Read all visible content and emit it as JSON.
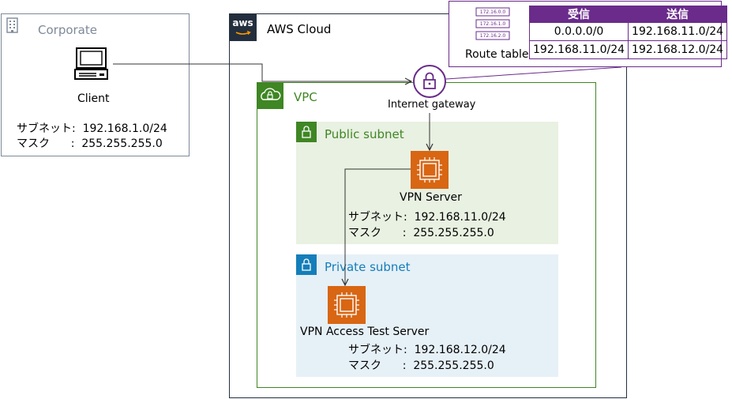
{
  "corporate": {
    "title": "Corporate",
    "client_label": "Client",
    "subnet_line": "サブネット:  192.168.1.0/24",
    "mask_line": "マスク      :  255.255.255.0"
  },
  "aws": {
    "title": "AWS Cloud",
    "logo_text": "aws"
  },
  "vpc": {
    "title": "VPC"
  },
  "internet_gateway": {
    "label": "Internet gateway"
  },
  "route_table": {
    "label": "Route table",
    "icon_rows": [
      "172.16.0.0",
      "172.16.1.0",
      "172.16.2.0"
    ],
    "headers": [
      "受信",
      "送信"
    ],
    "rows": [
      [
        "0.0.0.0/0",
        "192.168.11.0/24"
      ],
      [
        "192.168.11.0/24",
        "192.168.12.0/24"
      ]
    ]
  },
  "public_subnet": {
    "title": "Public subnet",
    "server_label": "VPN Server",
    "subnet_line": "サブネット:  192.168.11.0/24",
    "mask_line": "マスク      :  255.255.255.0"
  },
  "private_subnet": {
    "title": "Private subnet",
    "server_label": "VPN Access Test Server",
    "subnet_line": "サブネット:  192.168.12.0/24",
    "mask_line": "マスク      :  255.255.255.0"
  },
  "colors": {
    "vpc_green": "#3f8624",
    "public_bg": "#e9f1e2",
    "private_bg": "#e6f0f7",
    "private_blue": "#147eba",
    "ec2_orange": "#d86613",
    "route_purple": "#6a2b8b",
    "corporate_gray": "#7d8998",
    "aws_dark": "#232f3e"
  }
}
